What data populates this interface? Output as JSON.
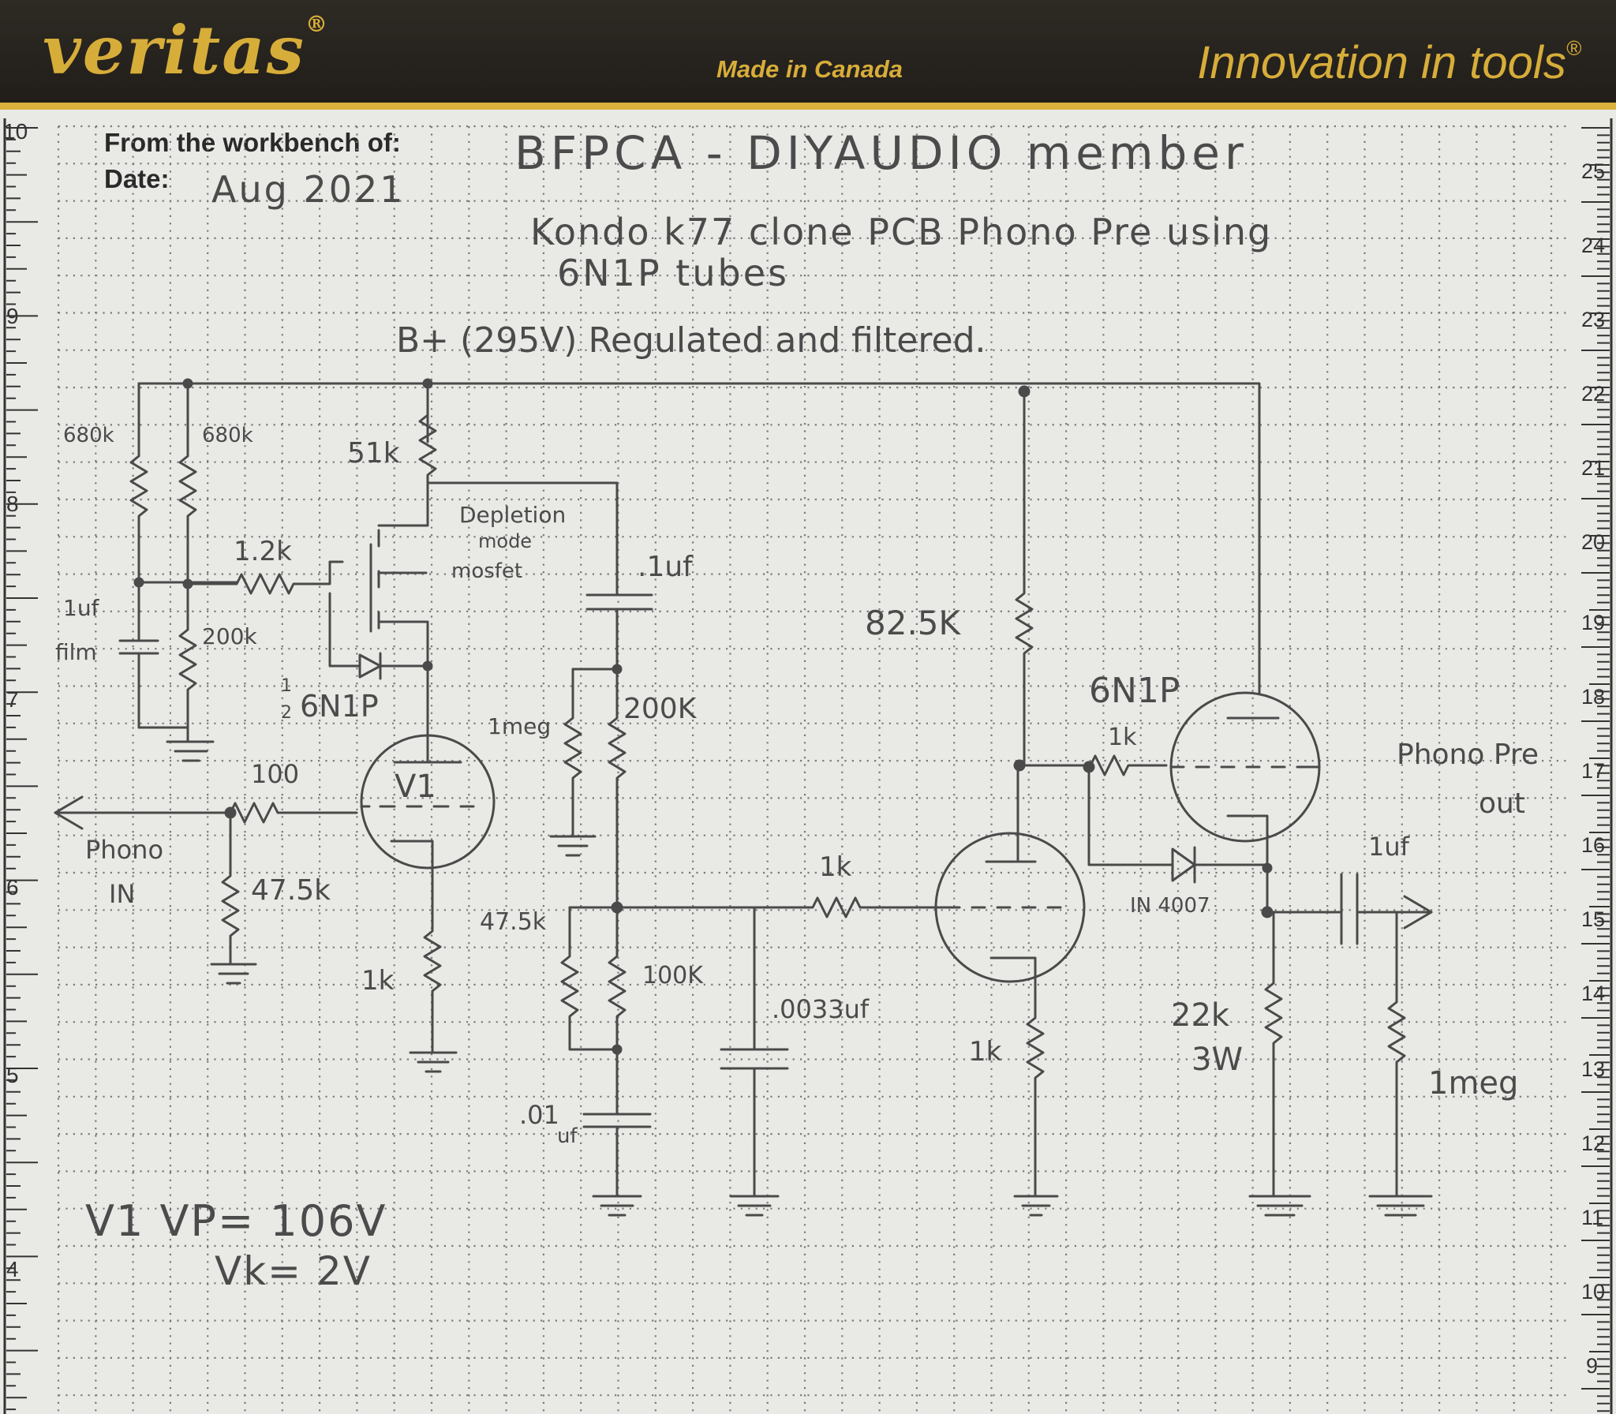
{
  "header": {
    "brand": "veritas",
    "made": "Made in Canada",
    "tagline": "Innovation in tools"
  },
  "form": {
    "workbench_label": "From the workbench of:",
    "date_label": "Date:",
    "author": "BFPCA - DIYAUDIO member",
    "date": "Aug 2021",
    "title_line1": "Kondo k77 clone PCB Phono Pre using",
    "title_line2": "6N1P tubes",
    "supply_note": "B+ (295V) Regulated and filtered."
  },
  "labels": {
    "r_680k_a": "680k",
    "r_680k_b": "680k",
    "r_51k": "51k",
    "r_1_2k": "1.2k",
    "c_1uf_film_a": "1uf",
    "c_1uf_film_b": "film",
    "r_200k_a": "200k",
    "mosfet_a": "Depletion",
    "mosfet_b": "mode",
    "mosfet_c": "mosfet",
    "c_01uf": ".1uf",
    "half_tube_num": "1",
    "half_tube_den": "2",
    "half_tube": "6N1P",
    "r_1meg_a": "1meg",
    "r_200k_b": "200K",
    "r_100": "100",
    "v1": "V1",
    "phono_in_a": "Phono",
    "phono_in_b": "IN",
    "r_47_5k_a": "47.5k",
    "r_1k_v1": "1k",
    "r_47_5k_b": "47.5k",
    "r_100k": "100K",
    "c_001uf_a": ".01",
    "c_001uf_b": "uf",
    "r_1k_grid": "1k",
    "c_0033uf": ".0033uf",
    "r_82_5k": "82.5K",
    "tube_6n1p": "6N1P",
    "r_1k_top": "1k",
    "diode": "IN 4007",
    "r_1k_cath": "1k",
    "r_22k": "22k",
    "r_3w": "3W",
    "c_out": "1uf",
    "r_1meg_out": "1meg",
    "phono_out_a": "Phono Pre",
    "phono_out_b": "out",
    "note_line1": "V1  VP= 106V",
    "note_line2": "Vk= 2V"
  },
  "ruler_left": [
    "10",
    "9",
    "8",
    "7",
    "6",
    "5",
    "4"
  ],
  "ruler_right": [
    "25",
    "24",
    "23",
    "22",
    "21",
    "20",
    "19",
    "18",
    "17",
    "16",
    "15",
    "14",
    "13",
    "12",
    "11",
    "10",
    "9"
  ]
}
